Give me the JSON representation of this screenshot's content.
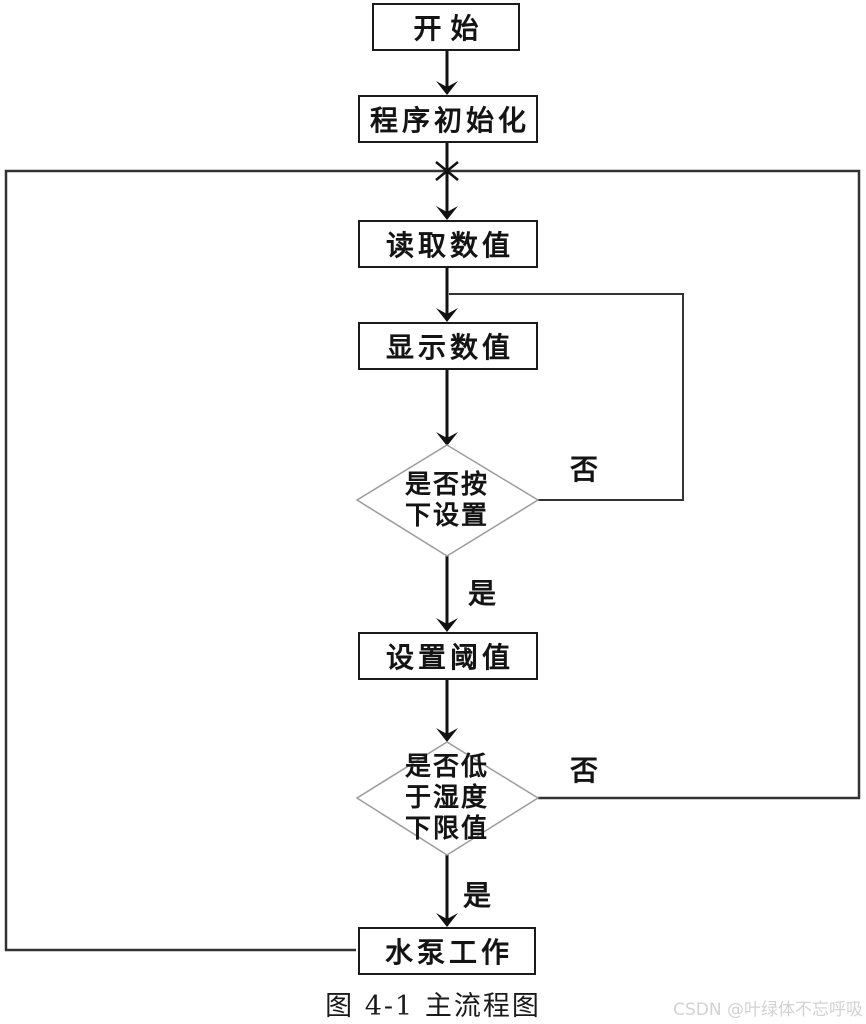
{
  "diagram": {
    "title": "主流程图",
    "nodes": {
      "start": "开始",
      "init": "程序初始化",
      "read": "读取数值",
      "display": "显示数值",
      "decision1": "是否按\n下设置",
      "threshold": "设置阈值",
      "decision2": "是否低\n于湿度\n下限值",
      "pump": "水泵工作"
    },
    "edge_labels": {
      "decision1_no": "否",
      "decision1_yes": "是",
      "decision2_no": "否",
      "decision2_yes": "是"
    },
    "caption": "图 4-1 主流程图",
    "watermark": "CSDN @叶绿体不忘呼吸",
    "colors": {
      "background": "#ffffff",
      "arrow_line": "#111111",
      "loop_line": "#333333",
      "node_border": "#1b1b1b",
      "diamond_border": "#9c9c9c",
      "text": "#141414",
      "watermark": "#d2d2d2"
    }
  }
}
